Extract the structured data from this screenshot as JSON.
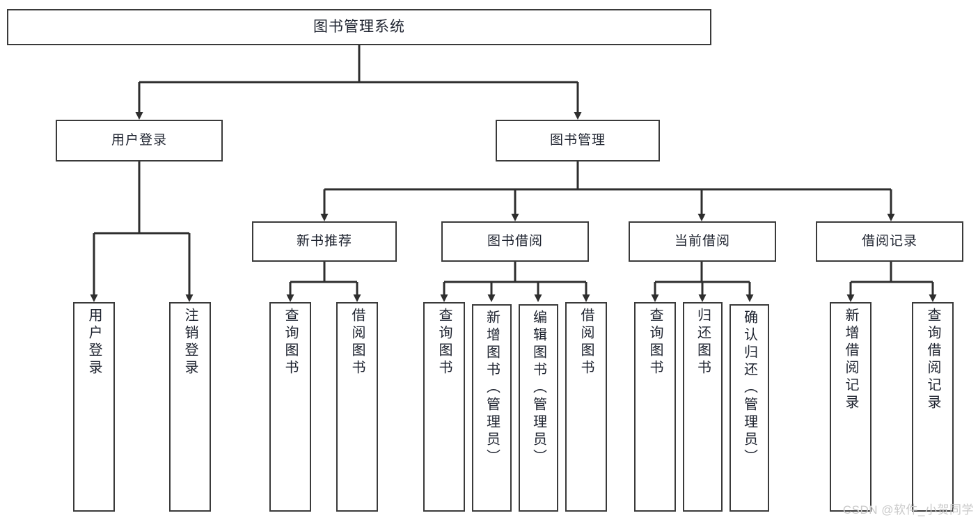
{
  "diagram": {
    "title": "图书管理系统",
    "type": "hierarchy-tree",
    "root": {
      "label": "图书管理系统"
    },
    "level2": [
      {
        "label": "用户登录"
      },
      {
        "label": "图书管理"
      }
    ],
    "level3": [
      {
        "label": "新书推荐"
      },
      {
        "label": "图书借阅"
      },
      {
        "label": "当前借阅"
      },
      {
        "label": "借阅记录"
      }
    ],
    "leaves": {
      "user_login": [
        {
          "label": "用户登录"
        },
        {
          "label": "注销登录"
        }
      ],
      "new_book_recommend": [
        {
          "label": "查询图书"
        },
        {
          "label": "借阅图书"
        }
      ],
      "book_borrow": [
        {
          "label": "查询图书"
        },
        {
          "label": "新增图书（管理员）"
        },
        {
          "label": "编辑图书（管理员）"
        },
        {
          "label": "借阅图书"
        }
      ],
      "current_borrow": [
        {
          "label": "查询图书"
        },
        {
          "label": "归还图书"
        },
        {
          "label": "确认归还（管理员）"
        }
      ],
      "borrow_record": [
        {
          "label": "新增借阅记录"
        },
        {
          "label": "查询借阅记录"
        }
      ]
    },
    "watermark": "CSDN @软件_小贺同学",
    "colors": {
      "stroke": "#3a3a3a",
      "box_fill": "#ffffff",
      "text": "#1f2430",
      "watermark": "#c9c9c9"
    }
  }
}
